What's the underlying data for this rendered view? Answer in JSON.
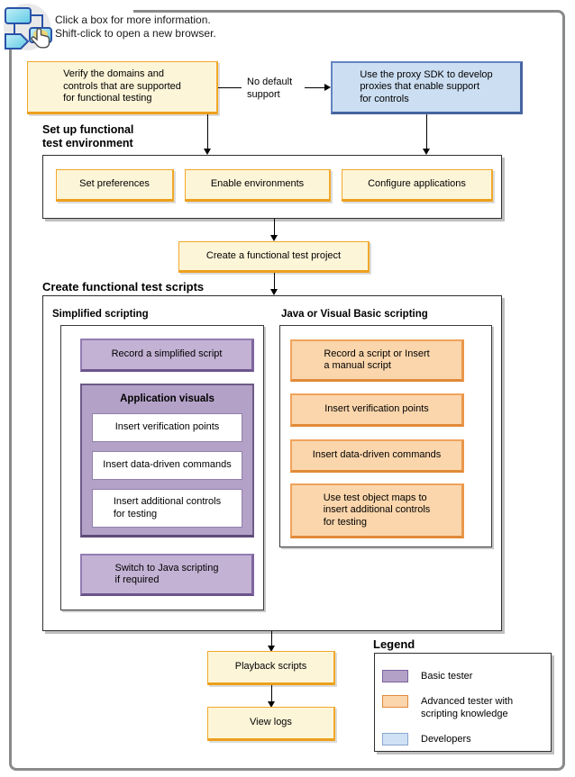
{
  "icon": {
    "name": "flowchart-hand-icon"
  },
  "instructions": {
    "line1": "Click a box for more information.",
    "line2": "Shift-click to open a new browser."
  },
  "flow": {
    "verify_box": "Verify the domains and\ncontrols that are supported\nfor functional testing",
    "no_default_label": "No default\nsupport",
    "proxy_box": "Use the proxy SDK to develop\nproxies that enable support\nfor controls",
    "setup_heading": "Set up functional\ntest environment",
    "setup_steps": [
      "Set preferences",
      "Enable environments",
      "Configure applications"
    ],
    "create_project": "Create a functional test project",
    "scripts_heading": "Create functional test scripts",
    "simplified": {
      "label": "Simplified scripting",
      "record": "Record a simplified script",
      "app_visuals_heading": "Application visuals",
      "steps": [
        "Insert verification points",
        "Insert data-driven commands",
        "Insert additional controls\nfor testing"
      ],
      "switch": "Switch to Java scripting\nif required"
    },
    "java_vb": {
      "label": "Java or Visual Basic scripting",
      "steps": [
        "Record a script or Insert\na manual script",
        "Insert verification points",
        "Insert data-driven commands",
        "Use test object maps to\ninsert additional controls\nfor testing"
      ]
    },
    "playback": "Playback scripts",
    "view_logs": "View logs"
  },
  "legend": {
    "heading": "Legend",
    "items": [
      {
        "label": "Basic tester",
        "color": "#b3a1c7"
      },
      {
        "label": "Advanced tester with\nscripting knowledge",
        "color": "#fbd5ab"
      },
      {
        "label": "Developers",
        "color": "#cfe1f5"
      }
    ]
  },
  "colors": {
    "basic_tester_fill": "#b3a1c7",
    "advanced_tester_fill": "#fbd5ab",
    "developers_fill": "#cfe1f5",
    "step_yellow_fill": "#fdf5d8",
    "outer_border": "#8a8a8a"
  }
}
